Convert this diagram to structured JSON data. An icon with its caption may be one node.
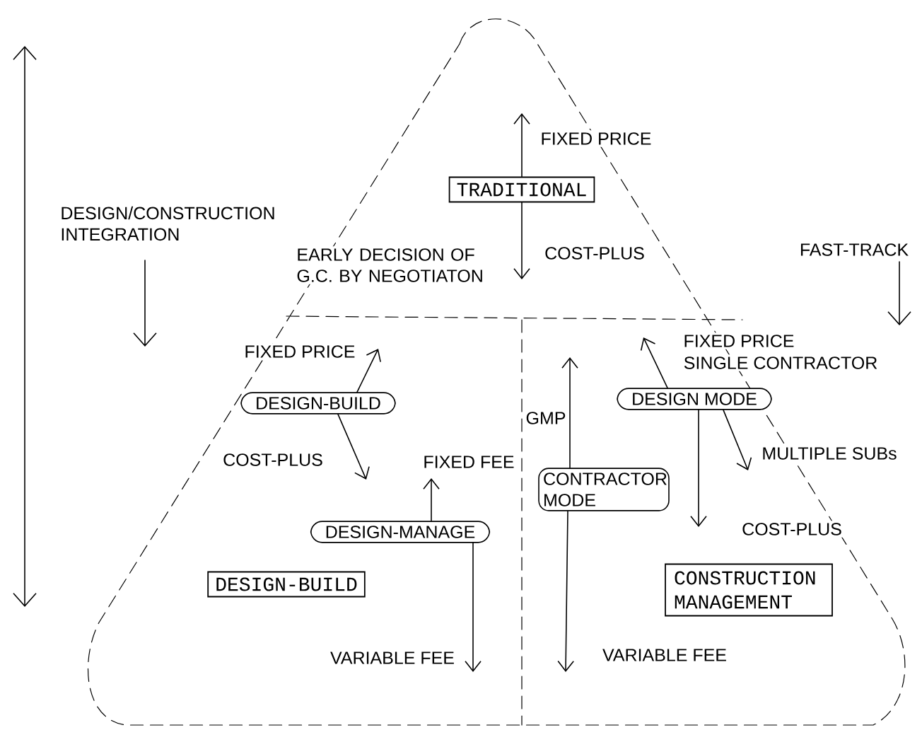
{
  "diagram": {
    "nodes": [
      {
        "text": [
          "TRADITIONAL"
        ]
      },
      {
        "text": [
          "DESIGN-BUILD"
        ]
      },
      {
        "text": [
          "DESIGN-MANAGE"
        ]
      },
      {
        "text": [
          "DESIGN-BUILD"
        ]
      },
      {
        "text": [
          "CONTRACTOR MODE"
        ]
      },
      {
        "text": [
          "DESIGN MODE"
        ]
      },
      {
        "text": [
          "CONSTRUCTION MANAGEMENT"
        ]
      }
    ],
    "edges": [
      {
        "from": 0,
        "to": null,
        "arrow": "to",
        "label": "FIXED PRICE"
      },
      {
        "from": 0,
        "to": null,
        "arrow": "to",
        "label": "COST-PLUS"
      },
      {
        "from": 1,
        "to": null,
        "arrow": "to",
        "label": "FIXED PRICE"
      },
      {
        "from": 1,
        "to": null,
        "arrow": "to",
        "label": "COST-PLUS"
      },
      {
        "from": 2,
        "to": null,
        "arrow": "to",
        "label": "FIXED FEE"
      },
      {
        "from": 2,
        "to": null,
        "arrow": "to",
        "label": "VARIABLE FEE"
      },
      {
        "from": 4,
        "to": null,
        "arrow": "to",
        "label": "GMP"
      },
      {
        "from": 4,
        "to": null,
        "arrow": "to",
        "label": "VARIABLE FEE"
      },
      {
        "from": 5,
        "to": null,
        "arrow": "to",
        "label": "FIXED PRICE"
      },
      {
        "from": 5,
        "to": null,
        "arrow": "to",
        "label": "MULTIPLE SUBs"
      },
      {
        "from": 5,
        "to": null,
        "arrow": "to",
        "label": "COST-PLUS"
      }
    ],
    "labels": [
      "DESIGN/CONSTRUCTION INTEGRATION",
      "EARLY DECISION OF G.C. BY NEGOTIATON",
      "FAST-TRACK",
      "SINGLE CONTRACTOR"
    ]
  }
}
